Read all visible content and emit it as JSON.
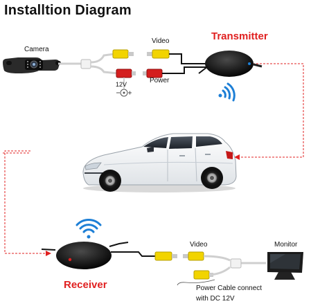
{
  "title": "Installtion Diagram",
  "labels": {
    "camera": "Camera",
    "video_top": "Video",
    "power": "Power",
    "voltage": "12V",
    "transmitter": "Transmitter",
    "receiver": "Receiver",
    "video_bottom": "Video",
    "monitor": "Monitor",
    "power_note_line1": "Power Cable connect",
    "power_note_line2": "with DC 12V"
  },
  "colors": {
    "accent_red": "#e02020",
    "connector_yellow": "#f2d400",
    "connector_red": "#d41e1e",
    "device_black": "#1c1c1c",
    "wifi_blue": "#1d7fd6",
    "car_body": "#f4f6f8"
  },
  "icons": [
    "camera-icon",
    "transmitter-icon",
    "receiver-icon",
    "wifi-icon",
    "car-icon",
    "monitor-icon",
    "power-plug-icon"
  ]
}
